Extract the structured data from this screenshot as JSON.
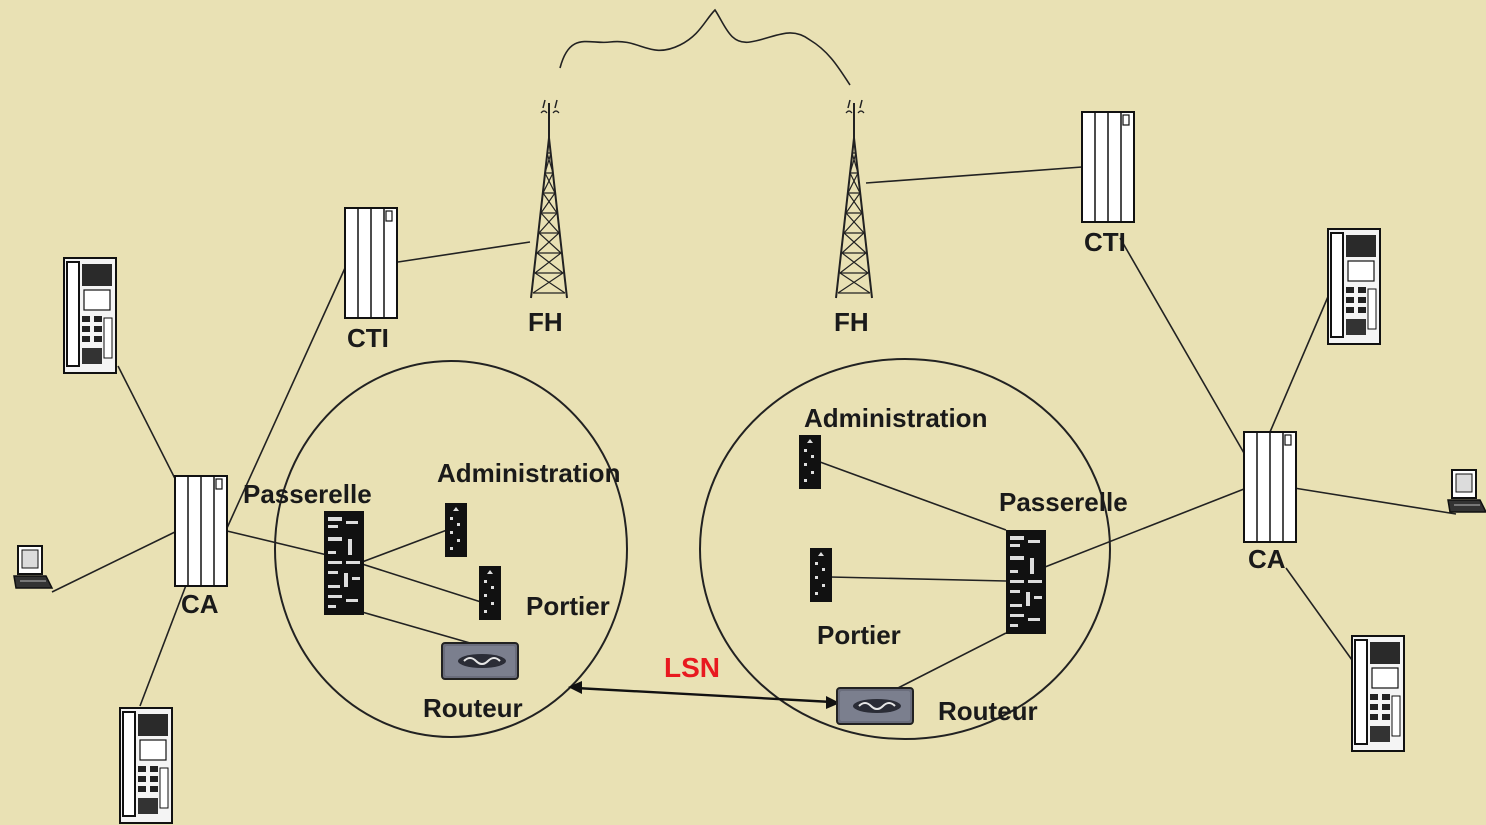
{
  "labels": {
    "fh_left": "FH",
    "fh_right": "FH",
    "cti_left": "CTI",
    "cti_right": "CTI",
    "ca_left": "CA",
    "ca_right": "CA",
    "passerelle_left": "Passerelle",
    "passerelle_right": "Passerelle",
    "administration_left": "Administration",
    "administration_right": "Administration",
    "portier_left": "Portier",
    "portier_right": "Portier",
    "routeur_left": "Routeur",
    "routeur_right": "Routeur",
    "lsn": "LSN"
  },
  "colors": {
    "background": "#e9e1b4",
    "lsn_label": "#e8191f",
    "line": "#222222"
  },
  "icons": {
    "tower": "antenna-tower-icon",
    "cabinet": "server-cabinet-icon",
    "phone": "desk-telephone-icon",
    "laptop": "laptop-icon",
    "gateway": "gateway-device-icon",
    "server": "server-unit-icon",
    "router": "router-icon"
  }
}
